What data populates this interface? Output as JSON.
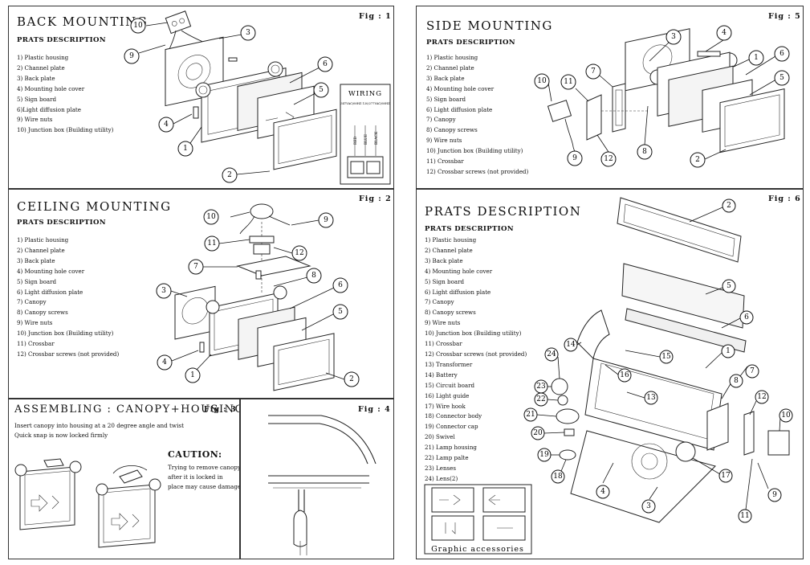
{
  "panel1": {
    "title": "BACK MOUNTING",
    "subtitle": "PRATS DESCRIPTION",
    "fig": "Fig : 1",
    "parts": [
      "1) Plastic housing",
      "2) Channel plate",
      "3) Back plate",
      "4) Mounting hole cover",
      "5) Sign board",
      "6)Light diffusion plate",
      "9) Wire nuts",
      "10) Junction box (Building utility)"
    ],
    "wiring": {
      "title": "WIRING",
      "header": "347VAC/60HZ 120/277VAC/60HZ",
      "labels": [
        "RED",
        "BLUE",
        "BLACK"
      ]
    },
    "callouts": [
      "10",
      "3",
      "9",
      "6",
      "5",
      "4",
      "1",
      "2"
    ]
  },
  "panel2": {
    "title": "CEILING MOUNTING",
    "subtitle": "PRATS DESCRIPTION",
    "fig": "Fig : 2",
    "parts": [
      "1) Plastic housing",
      "2) Channel plate",
      "3) Back plate",
      "4) Mounting hole cover",
      "5) Sign board",
      "6) Light diffusion plate",
      "7) Canopy",
      "8) Canopy screws",
      "9) Wire nuts",
      "10) Junction box (Building utility)",
      "11) Crossbar",
      "12) Crossbar screws (not provided)"
    ],
    "callouts": [
      "10",
      "9",
      "11",
      "12",
      "7",
      "8",
      "3",
      "6",
      "5",
      "4",
      "1",
      "2"
    ]
  },
  "panel3": {
    "title": "ASSEMBLING : CANOPY+HOUSING",
    "fig": "Fig : 3",
    "instructions": [
      "Insert canopy into housing at a 20 degree angle and twist",
      "Quick snap is now locked firmly"
    ],
    "caution_title": "CAUTION:",
    "caution_text": [
      "Trying to remove canopy",
      "after it is locked in",
      "place may cause damage"
    ]
  },
  "panel4": {
    "fig": "Fig : 4"
  },
  "panel5": {
    "title": "SIDE MOUNTING",
    "subtitle": "PRATS DESCRIPTION",
    "fig": "Fig : 5",
    "parts": [
      "1) Plastic housing",
      "2) Channel plate",
      "3) Back plate",
      "4) Mounting hole cover",
      "5) Sign board",
      "6) Light diffusion plate",
      "7) Canopy",
      "8) Canopy screws",
      "9) Wire nuts",
      "10) Junction box (Building utility)",
      "11) Crossbar",
      "12) Crossbar screws (not provided)"
    ],
    "callouts": [
      "3",
      "4",
      "1",
      "6",
      "5",
      "10",
      "11",
      "7",
      "8",
      "12",
      "9",
      "2"
    ]
  },
  "panel6": {
    "title": "PRATS DESCRIPTION",
    "subtitle": "PRATS DESCRIPTION",
    "fig": "Fig : 6",
    "parts": [
      "1) Plastic housing",
      "2) Channel plate",
      "3) Back plate",
      "4) Mounting hole cover",
      "5) Sign board",
      "6) Light diffusion plate",
      "7) Canopy",
      "8) Canopy screws",
      "9) Wire nuts",
      "10) Junction box (Building utility)",
      "11) Crossbar",
      "12) Crossbar screws (not provided)",
      "13) Transformer",
      "14) Battery",
      "15) Circuit board",
      "16) Light guide",
      "17) Wire hook",
      "18) Connector body",
      "19) Connector cap",
      "20) Swivel",
      "21) Lamp housing",
      "22) Lamp palte",
      "23) Lenses",
      "24) Lens(2)"
    ],
    "accessories_label": "Graphic accessories",
    "callouts": [
      "2",
      "5",
      "6",
      "1",
      "14",
      "15",
      "16",
      "13",
      "24",
      "23",
      "22",
      "21",
      "20",
      "19",
      "18",
      "7",
      "8",
      "12",
      "10",
      "9",
      "17",
      "4",
      "3",
      "11"
    ]
  }
}
